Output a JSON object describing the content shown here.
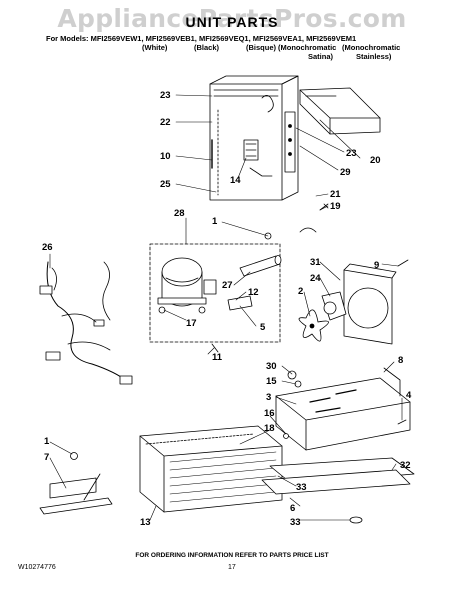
{
  "watermark": "AppliancePartsPros.com",
  "title": "UNIT PARTS",
  "models": {
    "prefix": "For Models:",
    "list": "MFI2569VEW1, MFI2569VEB1, MFI2569VEQ1, MFI2569VEA1, MFI2569VEM1",
    "variants": [
      "(White)",
      "(Black)",
      "(Bisque)",
      "(Monochromatic",
      "(Monochromatic"
    ],
    "variants_line2": [
      "Satina)",
      "Stainless)"
    ]
  },
  "callouts": [
    "23",
    "22",
    "10",
    "25",
    "28",
    "26",
    "14",
    "20",
    "29",
    "23",
    "21",
    "19",
    "1",
    "31",
    "24",
    "9",
    "2",
    "27",
    "12",
    "17",
    "5",
    "11",
    "30",
    "15",
    "3",
    "8",
    "4",
    "16",
    "18",
    "1",
    "7",
    "33",
    "32",
    "13",
    "6",
    "33"
  ],
  "footer": {
    "note": "FOR ORDERING INFORMATION REFER TO PARTS PRICE LIST",
    "doc_number": "W10274776",
    "page_number": "17"
  }
}
